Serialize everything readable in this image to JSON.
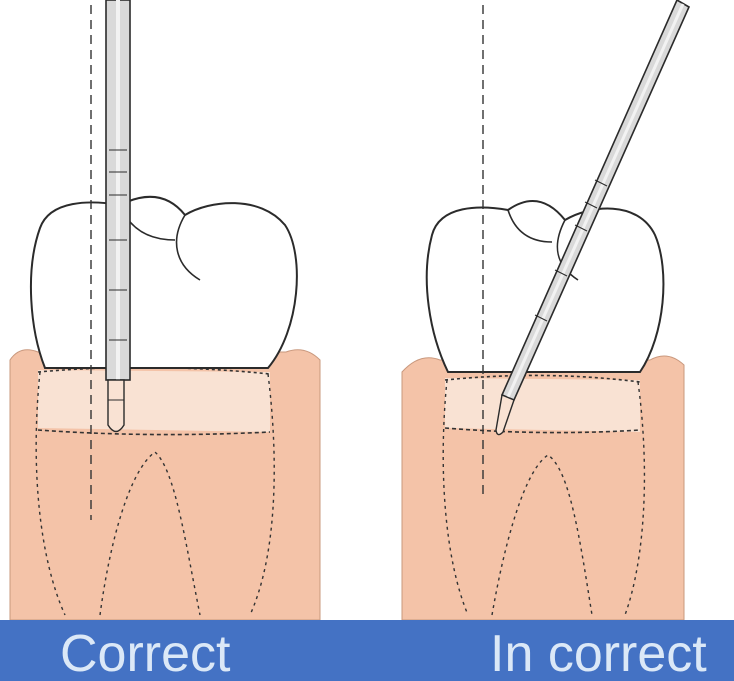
{
  "panels": [
    {
      "id": "correct",
      "caption": "Correct"
    },
    {
      "id": "incorrect",
      "caption": "In correct"
    }
  ],
  "colors": {
    "gum": "#f4c3a8",
    "root_zone": "#f9e2d3",
    "caption_bar": "#4472c4",
    "caption_text": "#dbe8f7",
    "outline": "#2b2b2b",
    "probe_fill": "#d9d9d9"
  },
  "icons": [
    "tooth-crown",
    "periodontal-probe",
    "long-axis-dashed-line"
  ]
}
